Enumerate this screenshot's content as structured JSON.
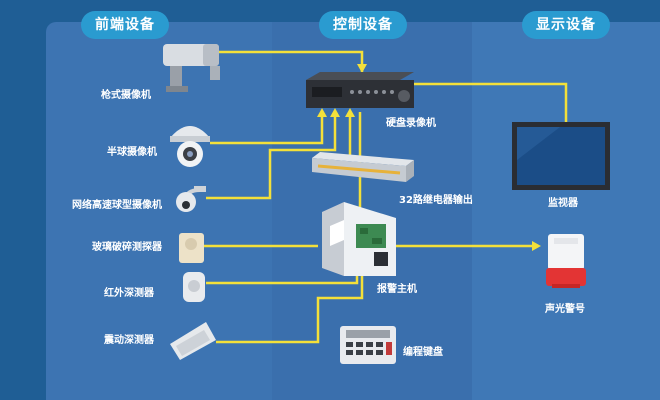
{
  "columns": {
    "front": "前端设备",
    "control": "控制设备",
    "display": "显示设备"
  },
  "devices": {
    "bullet_camera": "枪式摄像机",
    "dome_camera": "半球摄像机",
    "speed_dome": "网络高速球型摄像机",
    "glass_break": "玻璃破碎测探器",
    "infrared": "红外深测器",
    "vibration": "震动深测器",
    "nvr": "硬盘录像机",
    "relay": "32路继电器输出",
    "alarm_host": "报警主机",
    "keypad": "编程键盘",
    "monitor": "监视器",
    "siren": "声光警号"
  },
  "colors": {
    "line": "#f3e03a",
    "pill": "#2a9bd0"
  }
}
